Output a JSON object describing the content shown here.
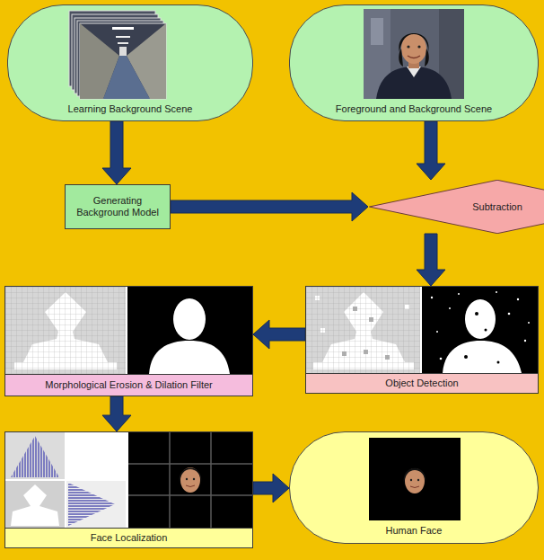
{
  "diagram": {
    "nodes": [
      {
        "text": [
          "Learning Background Scene"
        ]
      },
      {
        "text": [
          "Foreground and Background Scene"
        ]
      },
      {
        "text": [
          "Generating Background Model"
        ]
      },
      {
        "text": [
          "Subtraction"
        ]
      },
      {
        "text": [
          "Morphological Erosion & Dilation Filter"
        ]
      },
      {
        "text": [
          "Object Detection"
        ]
      },
      {
        "text": [
          "Face Localization"
        ]
      },
      {
        "text": [
          "Human Face"
        ]
      }
    ],
    "edges": [
      {
        "from": 0,
        "to": 2,
        "arrow": "to"
      },
      {
        "from": 2,
        "to": 3,
        "arrow": "to"
      },
      {
        "from": 1,
        "to": 3,
        "arrow": "to"
      },
      {
        "from": 3,
        "to": 5,
        "arrow": "to"
      },
      {
        "from": 5,
        "to": 4,
        "arrow": "to"
      },
      {
        "from": 4,
        "to": 6,
        "arrow": "to"
      },
      {
        "from": 6,
        "to": 7,
        "arrow": "to"
      }
    ]
  }
}
